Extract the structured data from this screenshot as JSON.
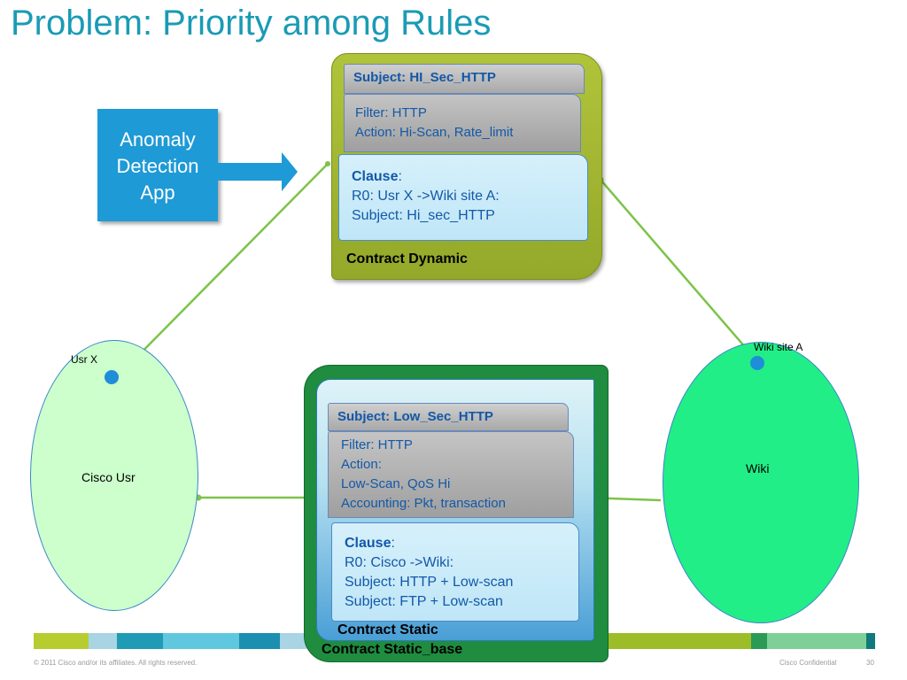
{
  "title": "Problem: Priority among Rules",
  "anomaly_app": {
    "lines": [
      "Anomaly",
      "Detection",
      "App"
    ]
  },
  "contract_dynamic": {
    "subject": "Subject: HI_Sec_HTTP",
    "filter": "Filter: HTTP",
    "action": "Action:  Hi-Scan, Rate_limit",
    "clause_label": "Clause",
    "clause_lines": [
      "R0: Usr X ->Wiki site A:",
      "Subject: Hi_sec_HTTP"
    ],
    "label": "Contract Dynamic"
  },
  "contract_static": {
    "subject": "Subject: Low_Sec_HTTP",
    "filter_lines": [
      "Filter: HTTP",
      "Action:",
      "Low-Scan, QoS Hi",
      "Accounting: Pkt, transaction"
    ],
    "clause_label": "Clause",
    "clause_lines": [
      "R0: Cisco ->Wiki:",
      "Subject: HTTP + Low-scan",
      "Subject: FTP + Low-scan"
    ],
    "label": "Contract Static",
    "base_label": "Contract Static_base"
  },
  "usr": {
    "dot_label": "Usr X",
    "ellipse_label": "Cisco Usr"
  },
  "wiki": {
    "dot_label": "Wiki site A",
    "ellipse_label": "Wiki"
  },
  "footer": {
    "copyright": "© 2011 Cisco and/or its affiliates. All rights reserved.",
    "confidential": "Cisco Confidential",
    "page": "30"
  },
  "colors": {
    "title": "#1a9bb5",
    "anomaly": "#1e9ad6",
    "dynamic_contract": "#a4b832",
    "static_contract": "#1f8c3f",
    "connector": "#7dc34a",
    "dot": "#1f8ed8"
  }
}
